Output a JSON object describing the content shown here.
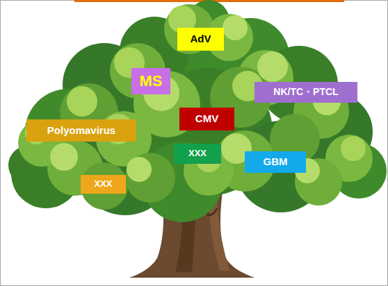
{
  "diagram": {
    "nodes": [
      {
        "text": [
          "AdV"
        ]
      },
      {
        "text": [
          "MS"
        ]
      },
      {
        "text": [
          "NK/TC・PTCL"
        ]
      },
      {
        "text": [
          "CMV"
        ]
      },
      {
        "text": [
          "Polyomavirus"
        ]
      },
      {
        "text": [
          "XXX"
        ]
      },
      {
        "text": [
          "GBM"
        ]
      },
      {
        "text": [
          "XXX"
        ]
      }
    ]
  }
}
